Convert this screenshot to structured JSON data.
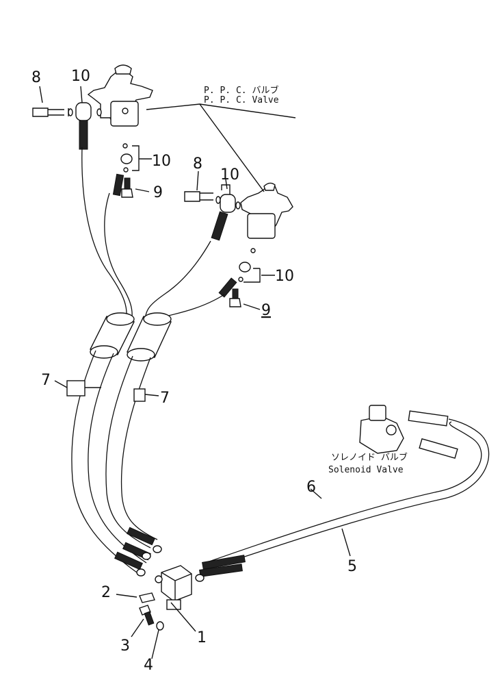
{
  "callouts": {
    "top_left_8": "8",
    "top_left_10": "10",
    "left_10b": "10",
    "left_9": "9",
    "right_8": "8",
    "right_10": "10",
    "right_10b": "10",
    "right_9": "9",
    "hose_7a": "7",
    "hose_7b": "7",
    "hose_6": "6",
    "hose_5": "5",
    "block_1": "1",
    "nipple_2": "2",
    "bolt_3": "3",
    "washer_4": "4"
  },
  "labels": {
    "ppc_valve_jp": "P. P. C. バルブ",
    "ppc_valve_en": "P. P. C. Valve",
    "solenoid_valve_jp": "ソレノイド バルブ",
    "solenoid_valve_en": "Solenoid Valve"
  }
}
